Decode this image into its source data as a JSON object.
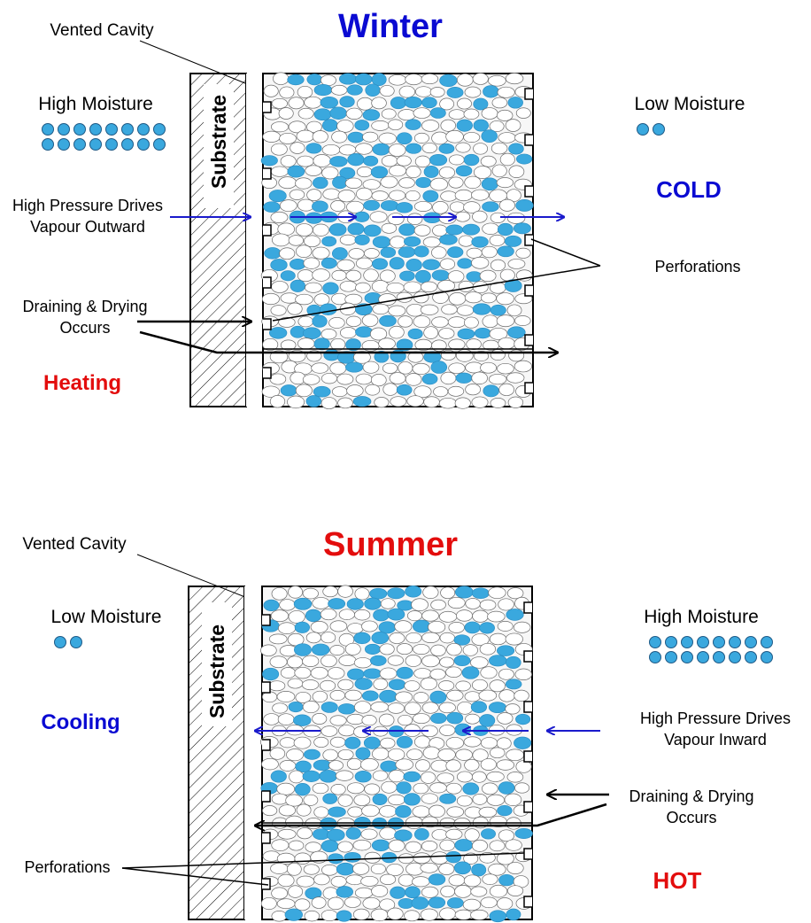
{
  "colors": {
    "blue_text": "#0a0ad2",
    "red_text": "#e30d0d",
    "dot_fill": "#3aa8de",
    "dot_stroke": "#1f5a86",
    "arrow_blue": "#1a1acc",
    "arrow_black": "#000000"
  },
  "winter": {
    "title": "Winter",
    "vented_cavity": "Vented Cavity",
    "substrate": "Substrate",
    "left_moisture": "High Moisture",
    "right_moisture": "Low Moisture",
    "left_dot_rows": [
      8,
      8
    ],
    "right_dot_rows": [
      2
    ],
    "pressure_line1": "High Pressure Drives",
    "pressure_line2": "Vapour Outward",
    "draining_line1": "Draining & Drying",
    "draining_line2": "Occurs",
    "perforations": "Perforations",
    "temperature_label": "COLD",
    "hvac_label": "Heating"
  },
  "summer": {
    "title": "Summer",
    "vented_cavity": "Vented Cavity",
    "substrate": "Substrate",
    "left_moisture": "Low Moisture",
    "right_moisture": "High Moisture",
    "left_dot_rows": [
      2
    ],
    "right_dot_rows": [
      8,
      8
    ],
    "pressure_line1": "High Pressure Drives",
    "pressure_line2": "Vapour Inward",
    "draining_line1": "Draining & Drying",
    "draining_line2": "Occurs",
    "perforations": "Perforations",
    "temperature_label": "HOT",
    "hvac_label": "Cooling"
  }
}
